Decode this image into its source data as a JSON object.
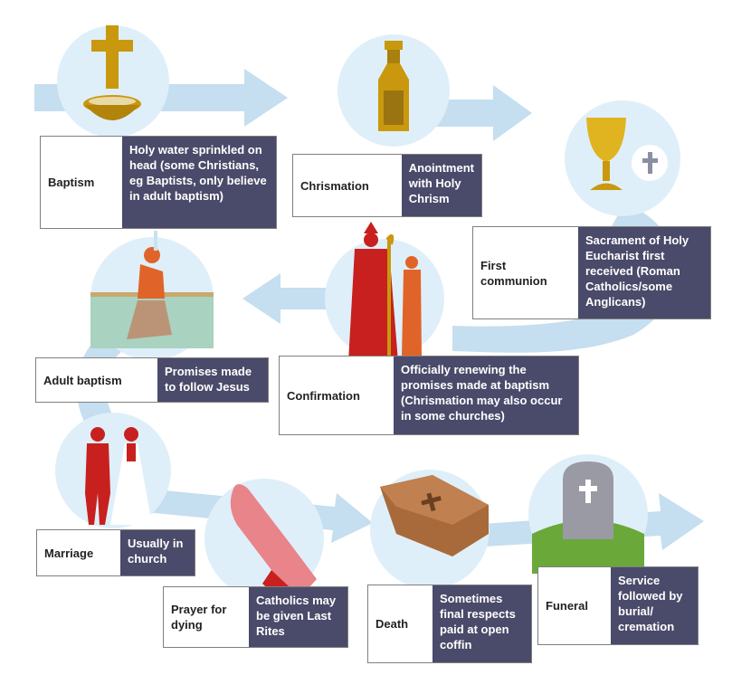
{
  "colors": {
    "arrow": "#c5def0",
    "circle": "#dfeff9",
    "card_dark": "#4a4a6a",
    "gold": "#c9980e",
    "red": "#c8201f",
    "orange": "#e0642a",
    "skin": "#e8848a",
    "coffin": "#a86a3a",
    "stone": "#9a9aa4",
    "grass": "#6aa83a"
  },
  "stages": [
    {
      "name": "Baptism",
      "description": "Holy water sprinkled on head (some Christians, eg Baptists, only believe in adult baptism)",
      "icon": "font-cross-icon"
    },
    {
      "name": "Chrismation",
      "description": "Anointment with Holy Chrism",
      "icon": "oil-bottle-icon"
    },
    {
      "name": "First communion",
      "description": "Sacrament of Holy Eucharist first received (Roman Catholics/some Anglicans)",
      "icon": "chalice-icon"
    },
    {
      "name": "Confirmation",
      "description": "Officially renewing the promises made at baptism (Chrismation may also occur in some churches)",
      "icon": "bishop-icon"
    },
    {
      "name": "Adult baptism",
      "description": "Promises made to follow Jesus",
      "icon": "immersion-icon"
    },
    {
      "name": "Marriage",
      "description": "Usually in church",
      "icon": "couple-icon"
    },
    {
      "name": "Prayer for dying",
      "description": "Catholics may be given Last Rites",
      "icon": "praying-hands-icon"
    },
    {
      "name": "Death",
      "description": "Sometimes final respects paid at open coffin",
      "icon": "coffin-icon"
    },
    {
      "name": "Funeral",
      "description": "Service followed by burial/ cremation",
      "icon": "gravestone-icon"
    }
  ]
}
